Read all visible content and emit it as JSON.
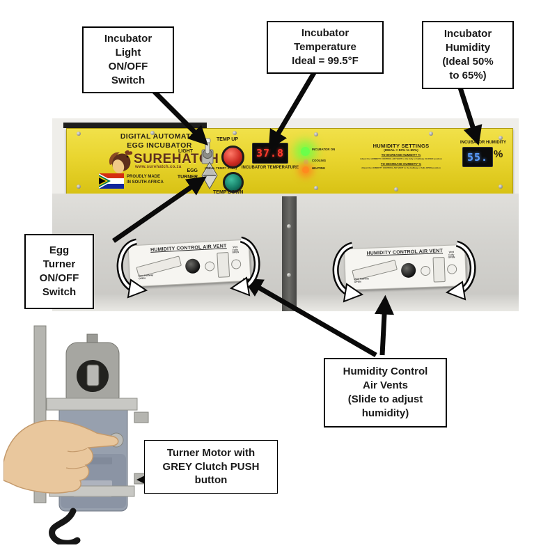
{
  "callouts": {
    "light": {
      "lines": [
        "Incubator",
        "Light",
        "ON/OFF",
        "Switch"
      ]
    },
    "temperature": {
      "lines": [
        "Incubator",
        "Temperature",
        "Ideal = 99.5°F"
      ]
    },
    "humidity": {
      "lines": [
        "Incubator",
        "Humidity",
        "(Ideal 50%",
        "to 65%)"
      ]
    },
    "egg_turner": {
      "lines": [
        "Egg",
        "Turner",
        "ON/OFF",
        "Switch"
      ]
    },
    "vents": {
      "lines": [
        "Humidity Control",
        "Air Vents",
        "(Slide to adjust",
        "humidity)"
      ]
    },
    "motor": {
      "lines": [
        "Turner Motor with",
        "GREY Clutch PUSH",
        "button"
      ]
    }
  },
  "panel": {
    "title_line1": "DIGITAL AUTOMATIC",
    "title_line2": "EGG INCUBATOR",
    "brand": "SUREHATCH",
    "brand_url": "www.surehatch.co.za",
    "made_in_line1": "PROUDLY MADE",
    "made_in_line2": "IN SOUTH AFRICA",
    "light_label": "LIGHT",
    "egg_turner_line1": "EGG",
    "egg_turner_line2": "TURNER",
    "temp_up_label": "TEMP UP",
    "ideal_temp_note": "(IDEAL TEMP= 37.5C)",
    "temp_down_label": "TEMP DOWN",
    "temp_display_value": "37.8",
    "temp_display_label": "INCUBATOR TEMPERATURE",
    "led_labels": [
      "INCUBATOR ON",
      "COOLING",
      "HEATING"
    ],
    "humidity_settings": {
      "title": "HUMIDITY SETTINGS",
      "subtitle": "(IDEAL = 50% to 65%)",
      "increase_label": "TO INCREASE HUMIDITY %",
      "increase_note": "Adjust the HUMIDITY CONTROL AIR VENT to the fully or halfway CLOSED position",
      "decrease_label": "TO DECREASE HUMIDITY %",
      "decrease_note": "Adjust the HUMIDITY CONTROL AIR VENT to the halfway or fully OPEN position"
    },
    "humidity_display": {
      "label": "INCUBATOR HUMIDITY",
      "value": "55.",
      "unit": "%"
    }
  },
  "vent": {
    "title": "HUMIDITY CONTROL AIR VENT",
    "left_note_line1": "Vent Halfway",
    "left_note_line2": "OPEN",
    "right_note_line1": "Vent",
    "right_note_line2": "Fully",
    "right_note_line3": "OPEN"
  },
  "colors": {
    "panel_yellow": "#e9d52f",
    "display_red": "#ff3a2d",
    "display_blue": "#5a9cff",
    "button_red": "#cf2d24",
    "button_green": "#178069",
    "led_green": "#52ff38",
    "led_orange": "#ff8a1e",
    "brand_brown": "#5e2f1b"
  }
}
